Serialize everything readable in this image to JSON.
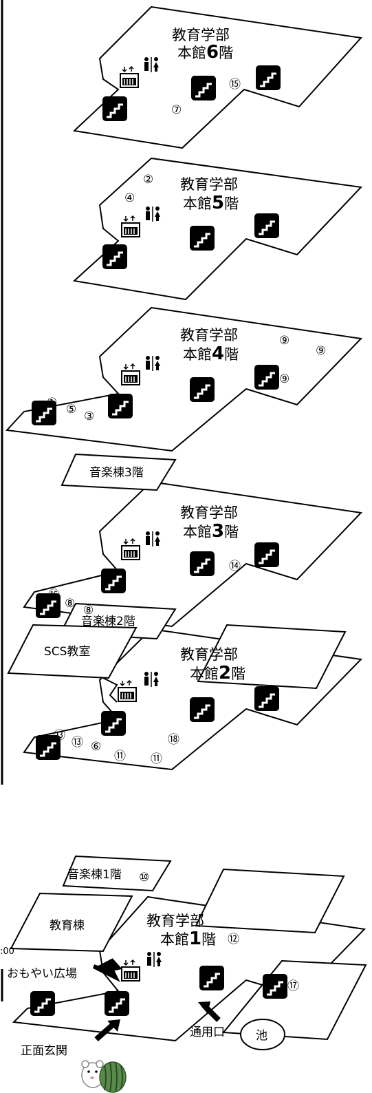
{
  "floors": [
    {
      "name": "教育学部",
      "sub": "本館",
      "num": "6",
      "suffix": "階"
    },
    {
      "name": "教育学部",
      "sub": "本館",
      "num": "5",
      "suffix": "階"
    },
    {
      "name": "教育学部",
      "sub": "本館",
      "num": "4",
      "suffix": "階"
    },
    {
      "name": "教育学部",
      "sub": "本館",
      "num": "3",
      "suffix": "階"
    },
    {
      "name": "教育学部",
      "sub": "本館",
      "num": "2",
      "suffix": "階"
    },
    {
      "name": "教育学部",
      "sub": "本館",
      "num": "1",
      "suffix": "階"
    }
  ],
  "buildings": {
    "music3": "音楽棟3階",
    "music2": "音楽棟2階",
    "music1": "音楽棟1階",
    "scs": "SCS教室",
    "edu": "教育棟"
  },
  "labels": {
    "omoyai": "おもやい広場",
    "entrance": "正面玄関",
    "service": "通用口",
    "pond": "池",
    "edge_time": ":00"
  },
  "markers": {
    "f6": [
      "⑮",
      "⑦"
    ],
    "f5": [
      "②",
      "④"
    ],
    "f4": [
      "⑨",
      "⑨",
      "⑨",
      "①",
      "⑤",
      "③"
    ],
    "f3": [
      "⑭",
      "⑯",
      "⑧",
      "⑧"
    ],
    "f2": [
      "⑬",
      "⑬",
      "⑥",
      "⑪",
      "⑱",
      "⑪"
    ],
    "f1": [
      "⑩",
      "⑫",
      "⑰"
    ]
  },
  "icons": [
    "stairs-icon",
    "elevator-icon",
    "restroom-icon",
    "arrow-icon",
    "mascot-icon",
    "watermelon-icon"
  ],
  "colors": {
    "ink": "#000000",
    "paper": "#ffffff",
    "melon": "#5a8a4a"
  }
}
